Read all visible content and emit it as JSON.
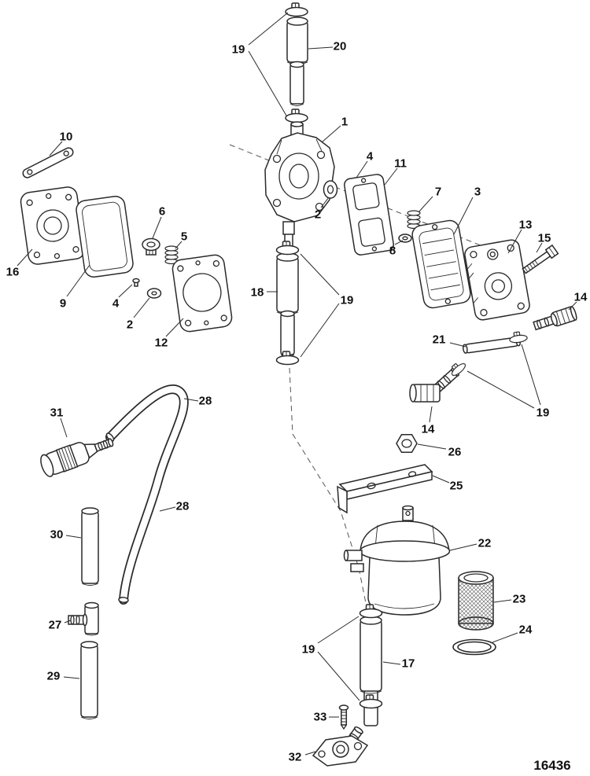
{
  "diagram": {
    "drawing_number": "16436",
    "callouts": [
      {
        "num": "19"
      },
      {
        "num": "20"
      },
      {
        "num": "1"
      },
      {
        "num": "4"
      },
      {
        "num": "11"
      },
      {
        "num": "2"
      },
      {
        "num": "7"
      },
      {
        "num": "3"
      },
      {
        "num": "8"
      },
      {
        "num": "13"
      },
      {
        "num": "15"
      },
      {
        "num": "10"
      },
      {
        "num": "16"
      },
      {
        "num": "6"
      },
      {
        "num": "5"
      },
      {
        "num": "9"
      },
      {
        "num": "4"
      },
      {
        "num": "2"
      },
      {
        "num": "12"
      },
      {
        "num": "18"
      },
      {
        "num": "19"
      },
      {
        "num": "14"
      },
      {
        "num": "21"
      },
      {
        "num": "19"
      },
      {
        "num": "14"
      },
      {
        "num": "26"
      },
      {
        "num": "25"
      },
      {
        "num": "31"
      },
      {
        "num": "28"
      },
      {
        "num": "28"
      },
      {
        "num": "30"
      },
      {
        "num": "22"
      },
      {
        "num": "23"
      },
      {
        "num": "24"
      },
      {
        "num": "27"
      },
      {
        "num": "17"
      },
      {
        "num": "19"
      },
      {
        "num": "29"
      },
      {
        "num": "33"
      },
      {
        "num": "32"
      }
    ]
  }
}
